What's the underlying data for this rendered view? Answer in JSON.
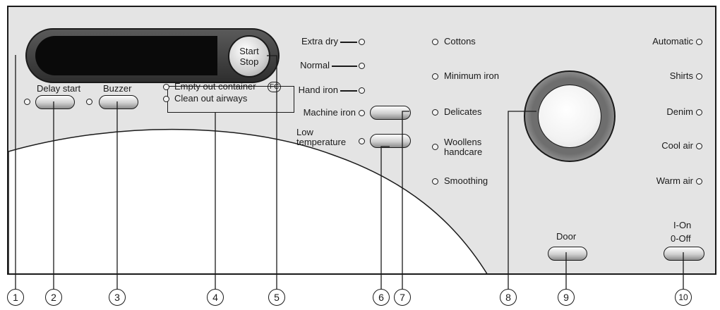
{
  "display": {
    "start_label": "Start",
    "stop_label": "Stop"
  },
  "buttons": {
    "delay_start": "Delay start",
    "buzzer": "Buzzer",
    "door": "Door",
    "on_label": "I-On",
    "off_label": "0-Off"
  },
  "indicators": {
    "empty_container": "Empty out container",
    "fc_mark": "FC",
    "clean_airways": "Clean out airways"
  },
  "dryness": {
    "extra_dry": "Extra dry",
    "normal": "Normal",
    "hand_iron": "Hand iron",
    "machine_iron": "Machine iron",
    "low_temp_1": "Low",
    "low_temp_2": "temperature"
  },
  "programs_left": {
    "cottons": "Cottons",
    "minimum_iron": "Minimum iron",
    "delicates": "Delicates",
    "woollens_1": "Woollens",
    "woollens_2": "handcare",
    "smoothing": "Smoothing"
  },
  "programs_right": {
    "automatic": "Automatic",
    "shirts": "Shirts",
    "denim": "Denim",
    "cool_air": "Cool air",
    "warm_air": "Warm air"
  },
  "callouts": [
    "1",
    "2",
    "3",
    "4",
    "5",
    "6",
    "7",
    "8",
    "9",
    "10"
  ]
}
